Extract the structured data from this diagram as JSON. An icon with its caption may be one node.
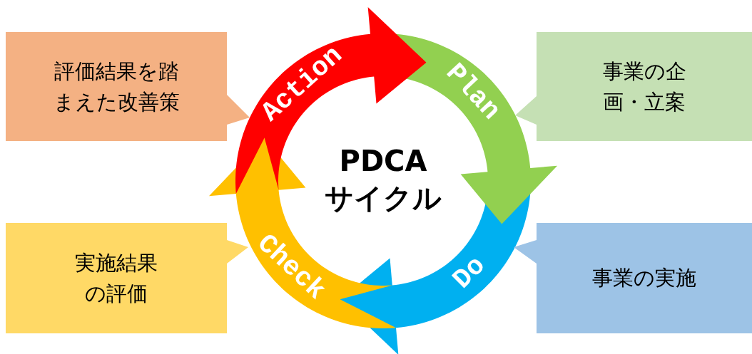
{
  "diagram": {
    "nodes": [
      {
        "text": [
          "評価結果を踏まえた改善策"
        ]
      },
      {
        "text": [
          "Action"
        ]
      },
      {
        "text": [
          "Plan"
        ]
      },
      {
        "text": [
          "事業の企画・立案"
        ]
      },
      {
        "text": [
          "PDCA サイクル"
        ]
      },
      {
        "text": [
          "Check"
        ]
      },
      {
        "text": [
          "Do"
        ]
      },
      {
        "text": [
          "実施結果の評価"
        ]
      },
      {
        "text": [
          "事業の実施"
        ]
      }
    ]
  }
}
